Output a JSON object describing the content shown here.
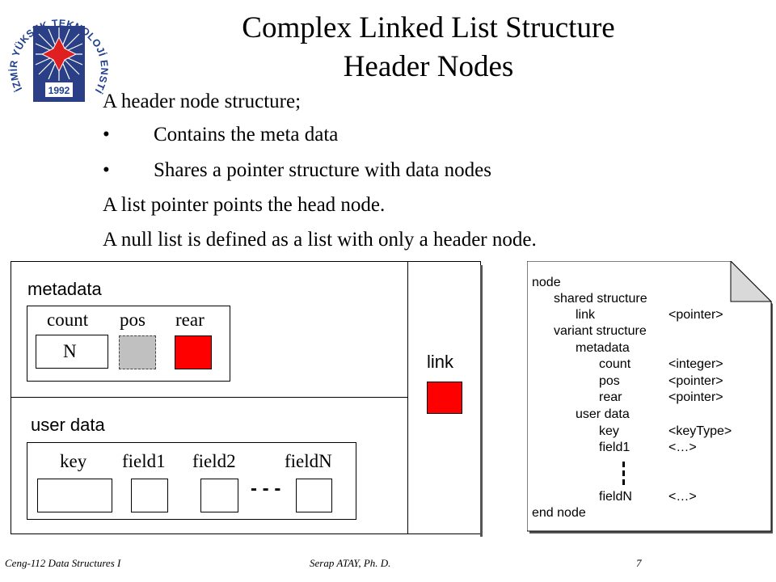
{
  "logo": {
    "arc_text": "İZMİR YÜKSEK TEKNOLOJİ ENSTİTÜSÜ",
    "year": "1992"
  },
  "slide": {
    "title_line1": "Complex Linked List Structure",
    "title_line2": "Header Nodes",
    "lines": [
      "A header node structure;",
      "Contains the meta data",
      "Shares a pointer structure with data nodes",
      "A list pointer points the head node.",
      "A null list is defined as a list with only a header node."
    ],
    "bullet": "•"
  },
  "diagram": {
    "metadata_label": "metadata",
    "count_label": "count",
    "pos_label": "pos",
    "rear_label": "rear",
    "count_value": "N",
    "link_label": "link",
    "user_data_label": "user data",
    "key_label": "key",
    "field1_label": "field1",
    "field2_label": "field2",
    "fieldN_label": "fieldN",
    "ellipsis": "- - -",
    "colors": {
      "pointer_fill": "#ff0000",
      "null_fill": "#c0c0c0"
    }
  },
  "pseudocode": {
    "lines": [
      {
        "name": "node",
        "type": ""
      },
      {
        "name": "shared structure",
        "type": ""
      },
      {
        "name": "link",
        "type": "<pointer>"
      },
      {
        "name": "variant structure",
        "type": ""
      },
      {
        "name": "metadata",
        "type": ""
      },
      {
        "name": "count",
        "type": "<integer>"
      },
      {
        "name": "pos",
        "type": "<pointer>"
      },
      {
        "name": "rear",
        "type": "<pointer>"
      },
      {
        "name": "user data",
        "type": ""
      },
      {
        "name": "key",
        "type": "<keyType>"
      },
      {
        "name": "field1",
        "type": "<…>"
      },
      {
        "name": "fieldN",
        "type": "<…>"
      },
      {
        "name": "end node",
        "type": ""
      }
    ]
  },
  "footer": {
    "course": "Ceng-112 Data Structures I",
    "author": "Serap ATAY, Ph. D.",
    "page": "7"
  }
}
